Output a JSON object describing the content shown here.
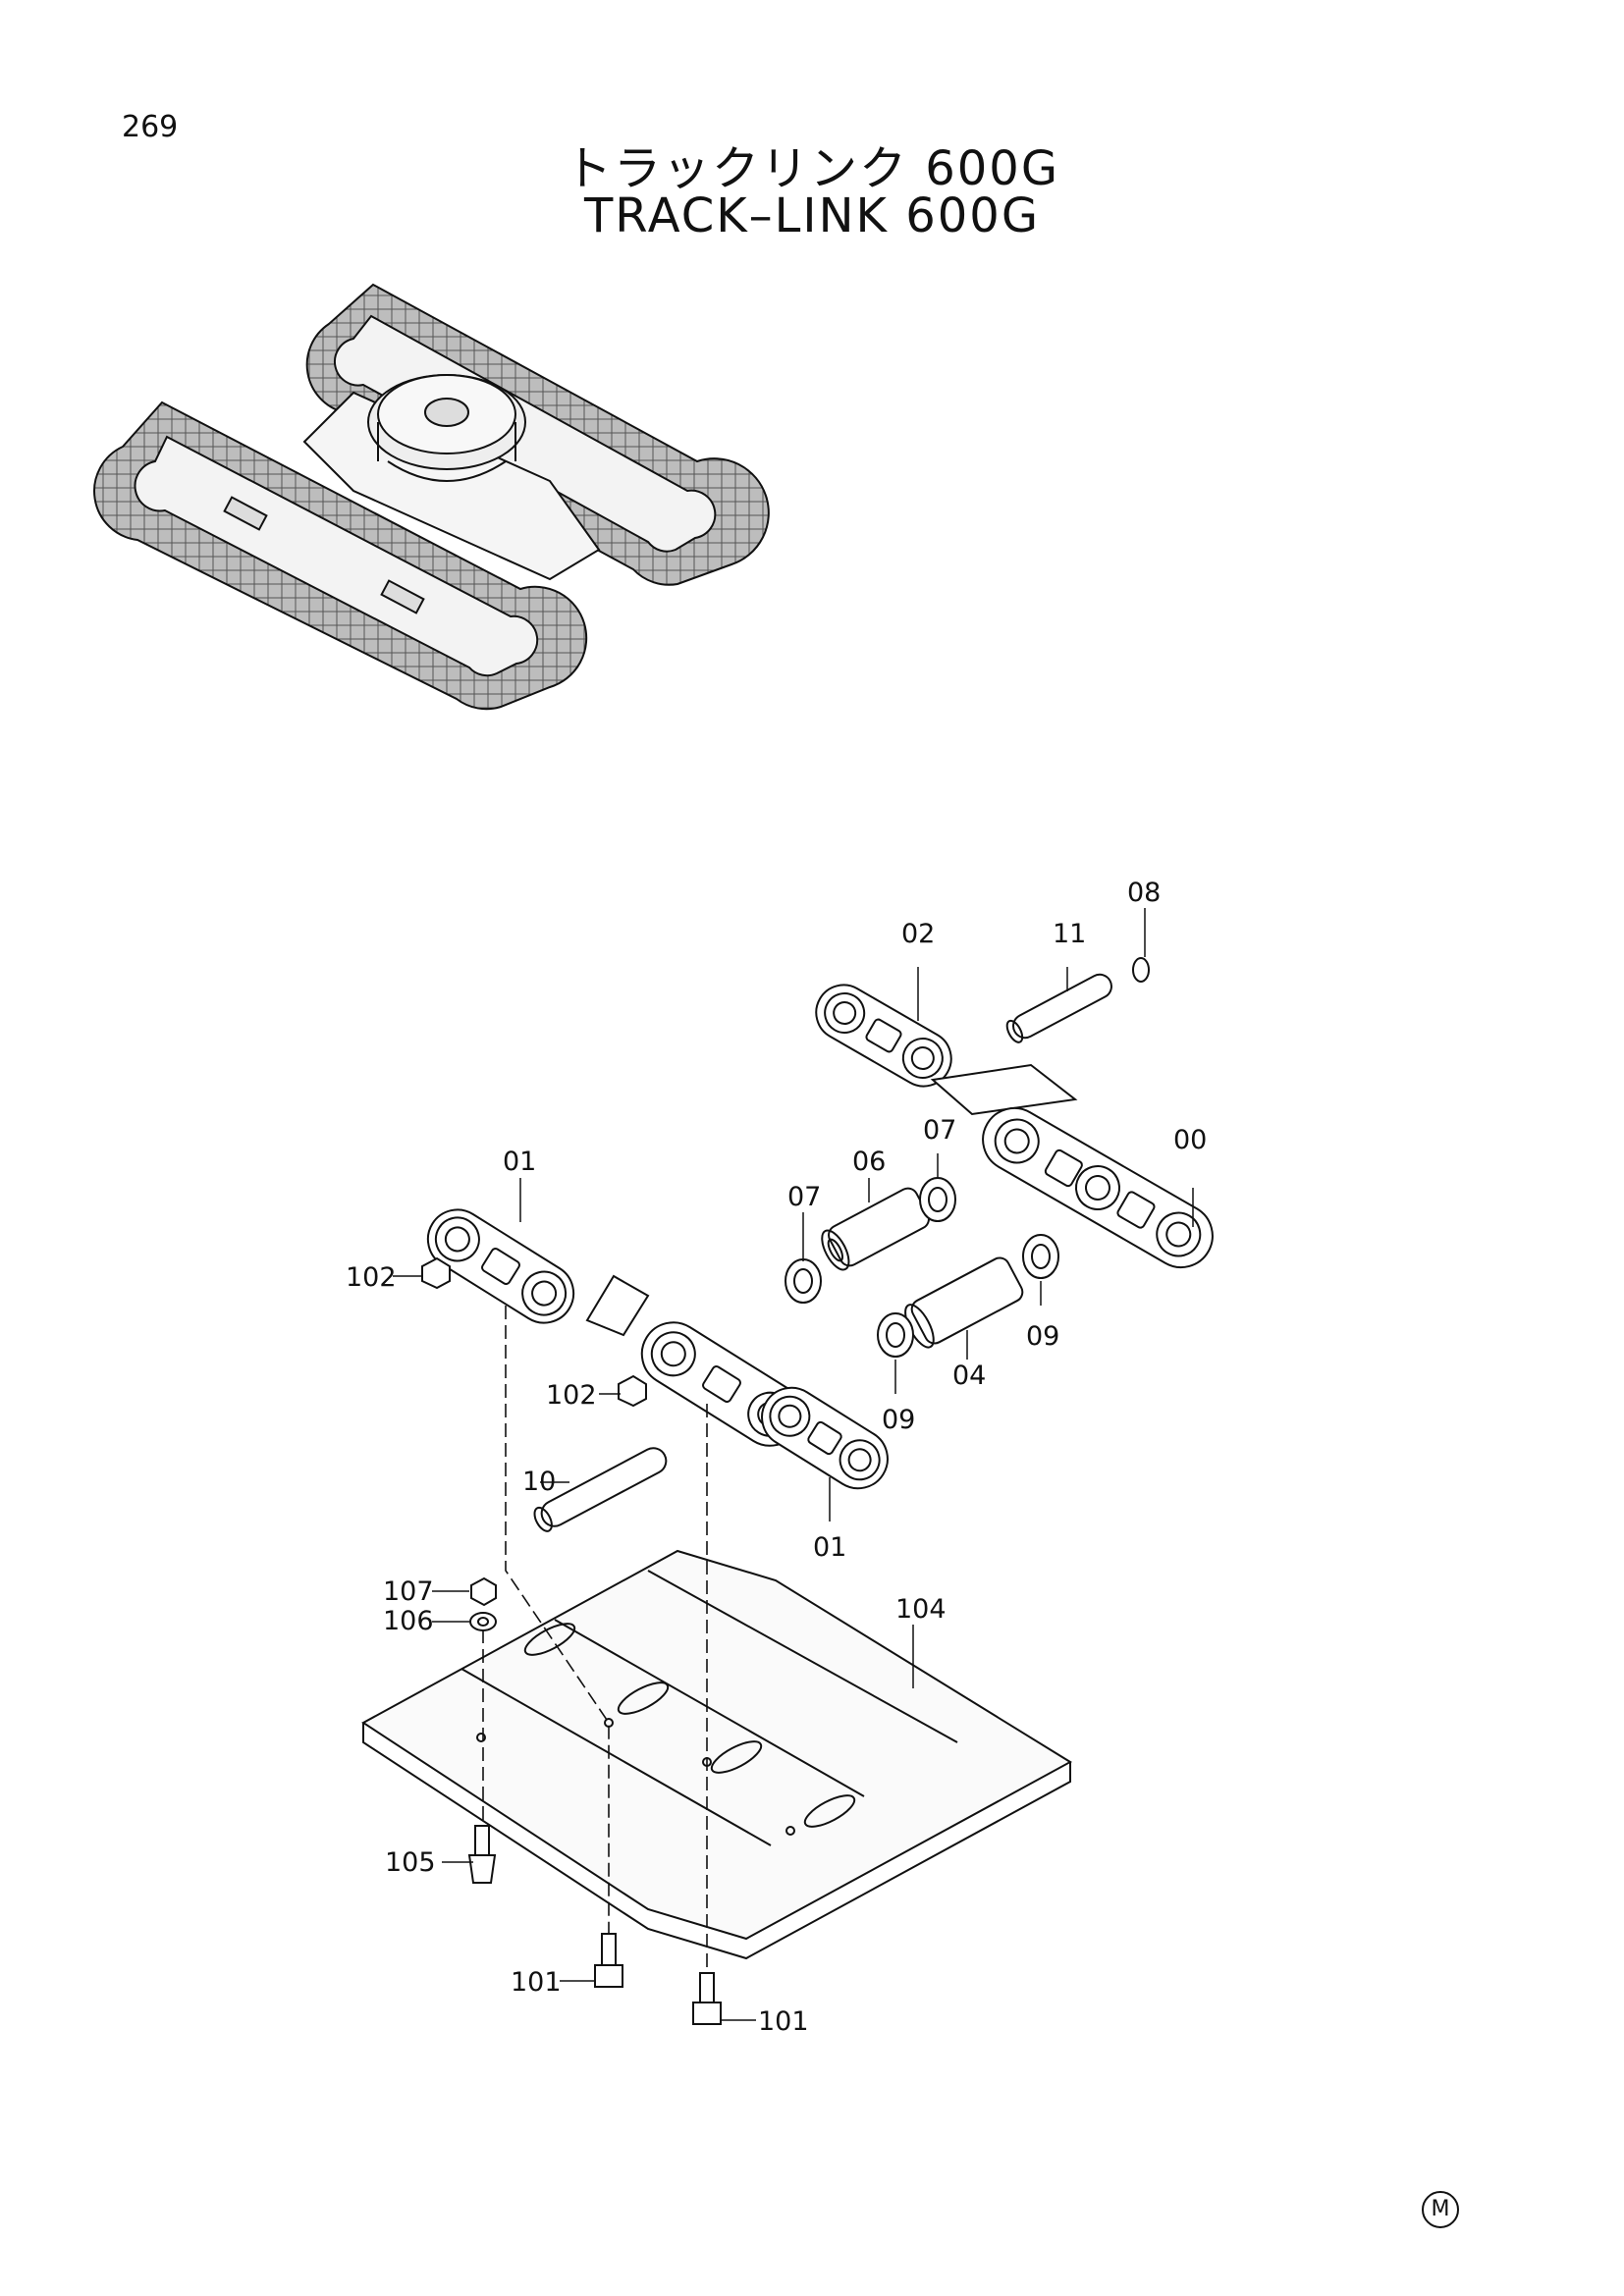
{
  "page_number": "269",
  "title_jp": "トラックリンク 600G",
  "title_en": "TRACK–LINK 600G",
  "mark": "M",
  "callouts": {
    "c08": "08",
    "c02": "02",
    "c11": "11",
    "c00": "00",
    "c01a": "01",
    "c07a": "07",
    "c06": "06",
    "c07b": "07",
    "c102a": "102",
    "c09a": "09",
    "c04": "04",
    "c09b": "09",
    "c102b": "102",
    "c10": "10",
    "c01b": "01",
    "c107": "107",
    "c106": "106",
    "c104": "104",
    "c105": "105",
    "c101a": "101",
    "c101b": "101"
  }
}
